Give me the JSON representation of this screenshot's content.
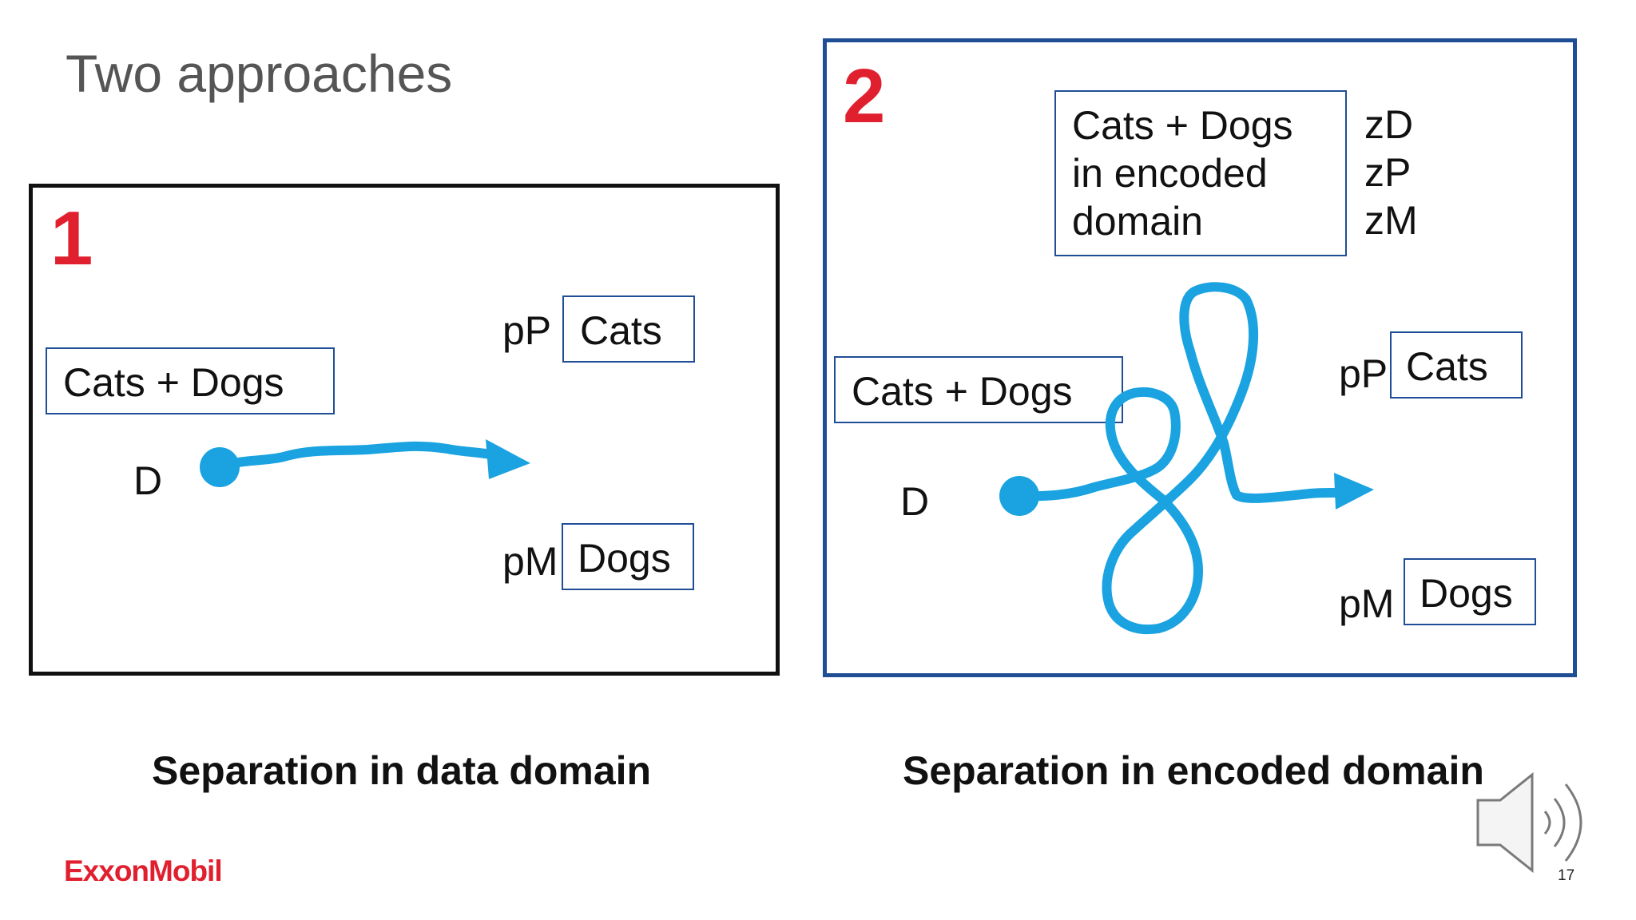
{
  "slide": {
    "title": "Two approaches",
    "page_number": "17",
    "logo": "ExxonMobil"
  },
  "panel1": {
    "number": "1",
    "input_box": "Cats + Dogs",
    "input_label": "D",
    "output_top_label": "pP",
    "output_top_box": "Cats",
    "output_bottom_label": "pM",
    "output_bottom_box": "Dogs",
    "caption": "Separation in data domain"
  },
  "panel2": {
    "number": "2",
    "encoded_box_lines": [
      "Cats + Dogs",
      "in encoded",
      "domain"
    ],
    "latent_labels": [
      "zD",
      "zP",
      "zM"
    ],
    "input_box": "Cats + Dogs",
    "input_label": "D",
    "output_top_label": "pP",
    "output_top_box": "Cats",
    "output_bottom_label": "pM",
    "output_bottom_box": "Dogs",
    "caption": "Separation in encoded domain"
  },
  "colors": {
    "arrow": "#1aa3e0",
    "number": "#e0202e",
    "panel2_border": "#1f4e96",
    "box_border": "#1f4e96"
  },
  "icons": [
    "speaker-icon"
  ]
}
